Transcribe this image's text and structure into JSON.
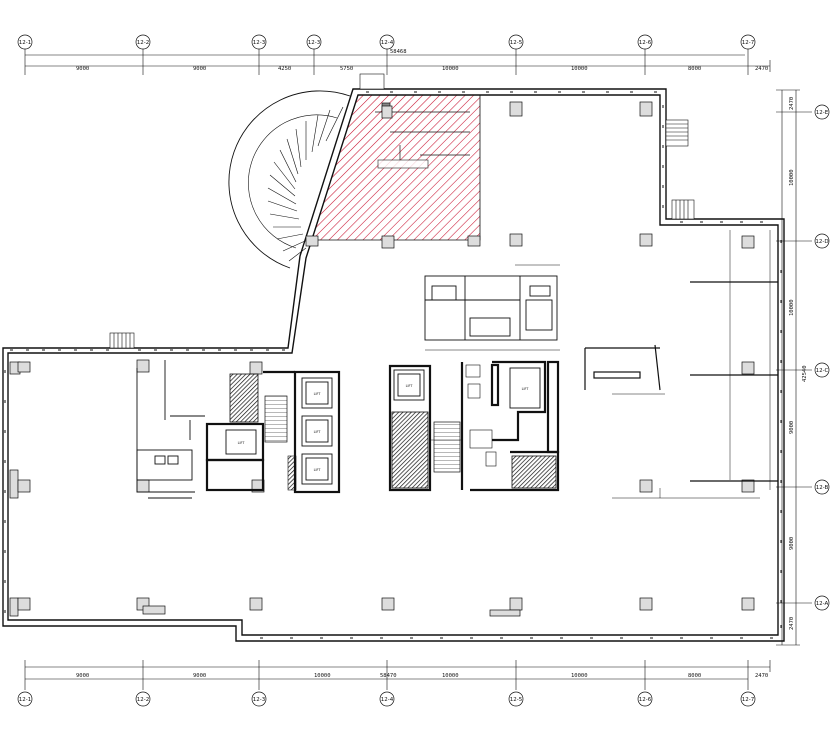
{
  "drawing": {
    "total_dim_top": "58468",
    "total_dim_bottom": "58470",
    "total_dim_right": "42540",
    "top_axes": [
      "12-1",
      "12-2",
      "12-3",
      "12-3",
      "12-4",
      "12-5",
      "12-6",
      "12-7"
    ],
    "bottom_axes": [
      "12-1",
      "12-2",
      "12-3",
      "12-4",
      "12-5",
      "12-6",
      "12-7"
    ],
    "right_axes": [
      "12-E",
      "12-D",
      "12-C",
      "12-B",
      "12-A"
    ],
    "top_dims": [
      "9000",
      "9000",
      "4250",
      "5750",
      "10000",
      "10000",
      "8000",
      "2470"
    ],
    "bottom_dims": [
      "9000",
      "9000",
      "10000",
      "10000",
      "10000",
      "8000",
      "2470"
    ],
    "right_dims": [
      "2470",
      "10000",
      "10000",
      "9000",
      "9000",
      "2470"
    ],
    "room_labels": {
      "lift_1": "LIFT",
      "lift_2": "LIFT",
      "lift_3": "LIFT",
      "lift_4": "LIFT",
      "lift_5": "LIFT",
      "lift_6": "LIFT"
    }
  },
  "colors": {
    "line": "#111111",
    "hatch": "#c8102e"
  }
}
